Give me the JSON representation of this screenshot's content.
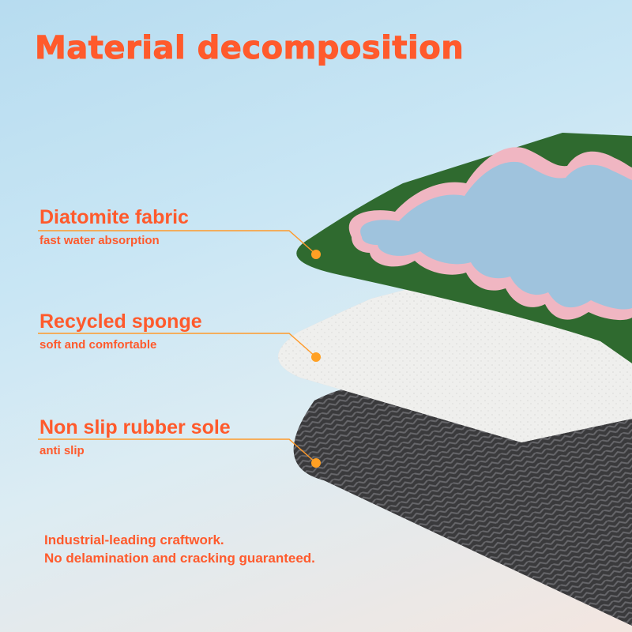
{
  "title": "Material decomposition",
  "layers": [
    {
      "name": "Diatomite fabric",
      "description": "fast water absorption"
    },
    {
      "name": "Recycled sponge",
      "description": "soft and comfortable"
    },
    {
      "name": "Non slip rubber sole",
      "description": "anti slip"
    }
  ],
  "footer": {
    "line1": "Industrial-leading craftwork.",
    "line2": "No delamination and cracking guaranteed."
  },
  "colors": {
    "accent": "#ff5a2c",
    "marker": "#ffa024",
    "fabric_green": "#2f6a2f",
    "fabric_pink": "#f0b6c2",
    "fabric_blue": "#9fc3dd",
    "sponge": "#f0f0ee",
    "rubber": "#3a3a3c"
  }
}
